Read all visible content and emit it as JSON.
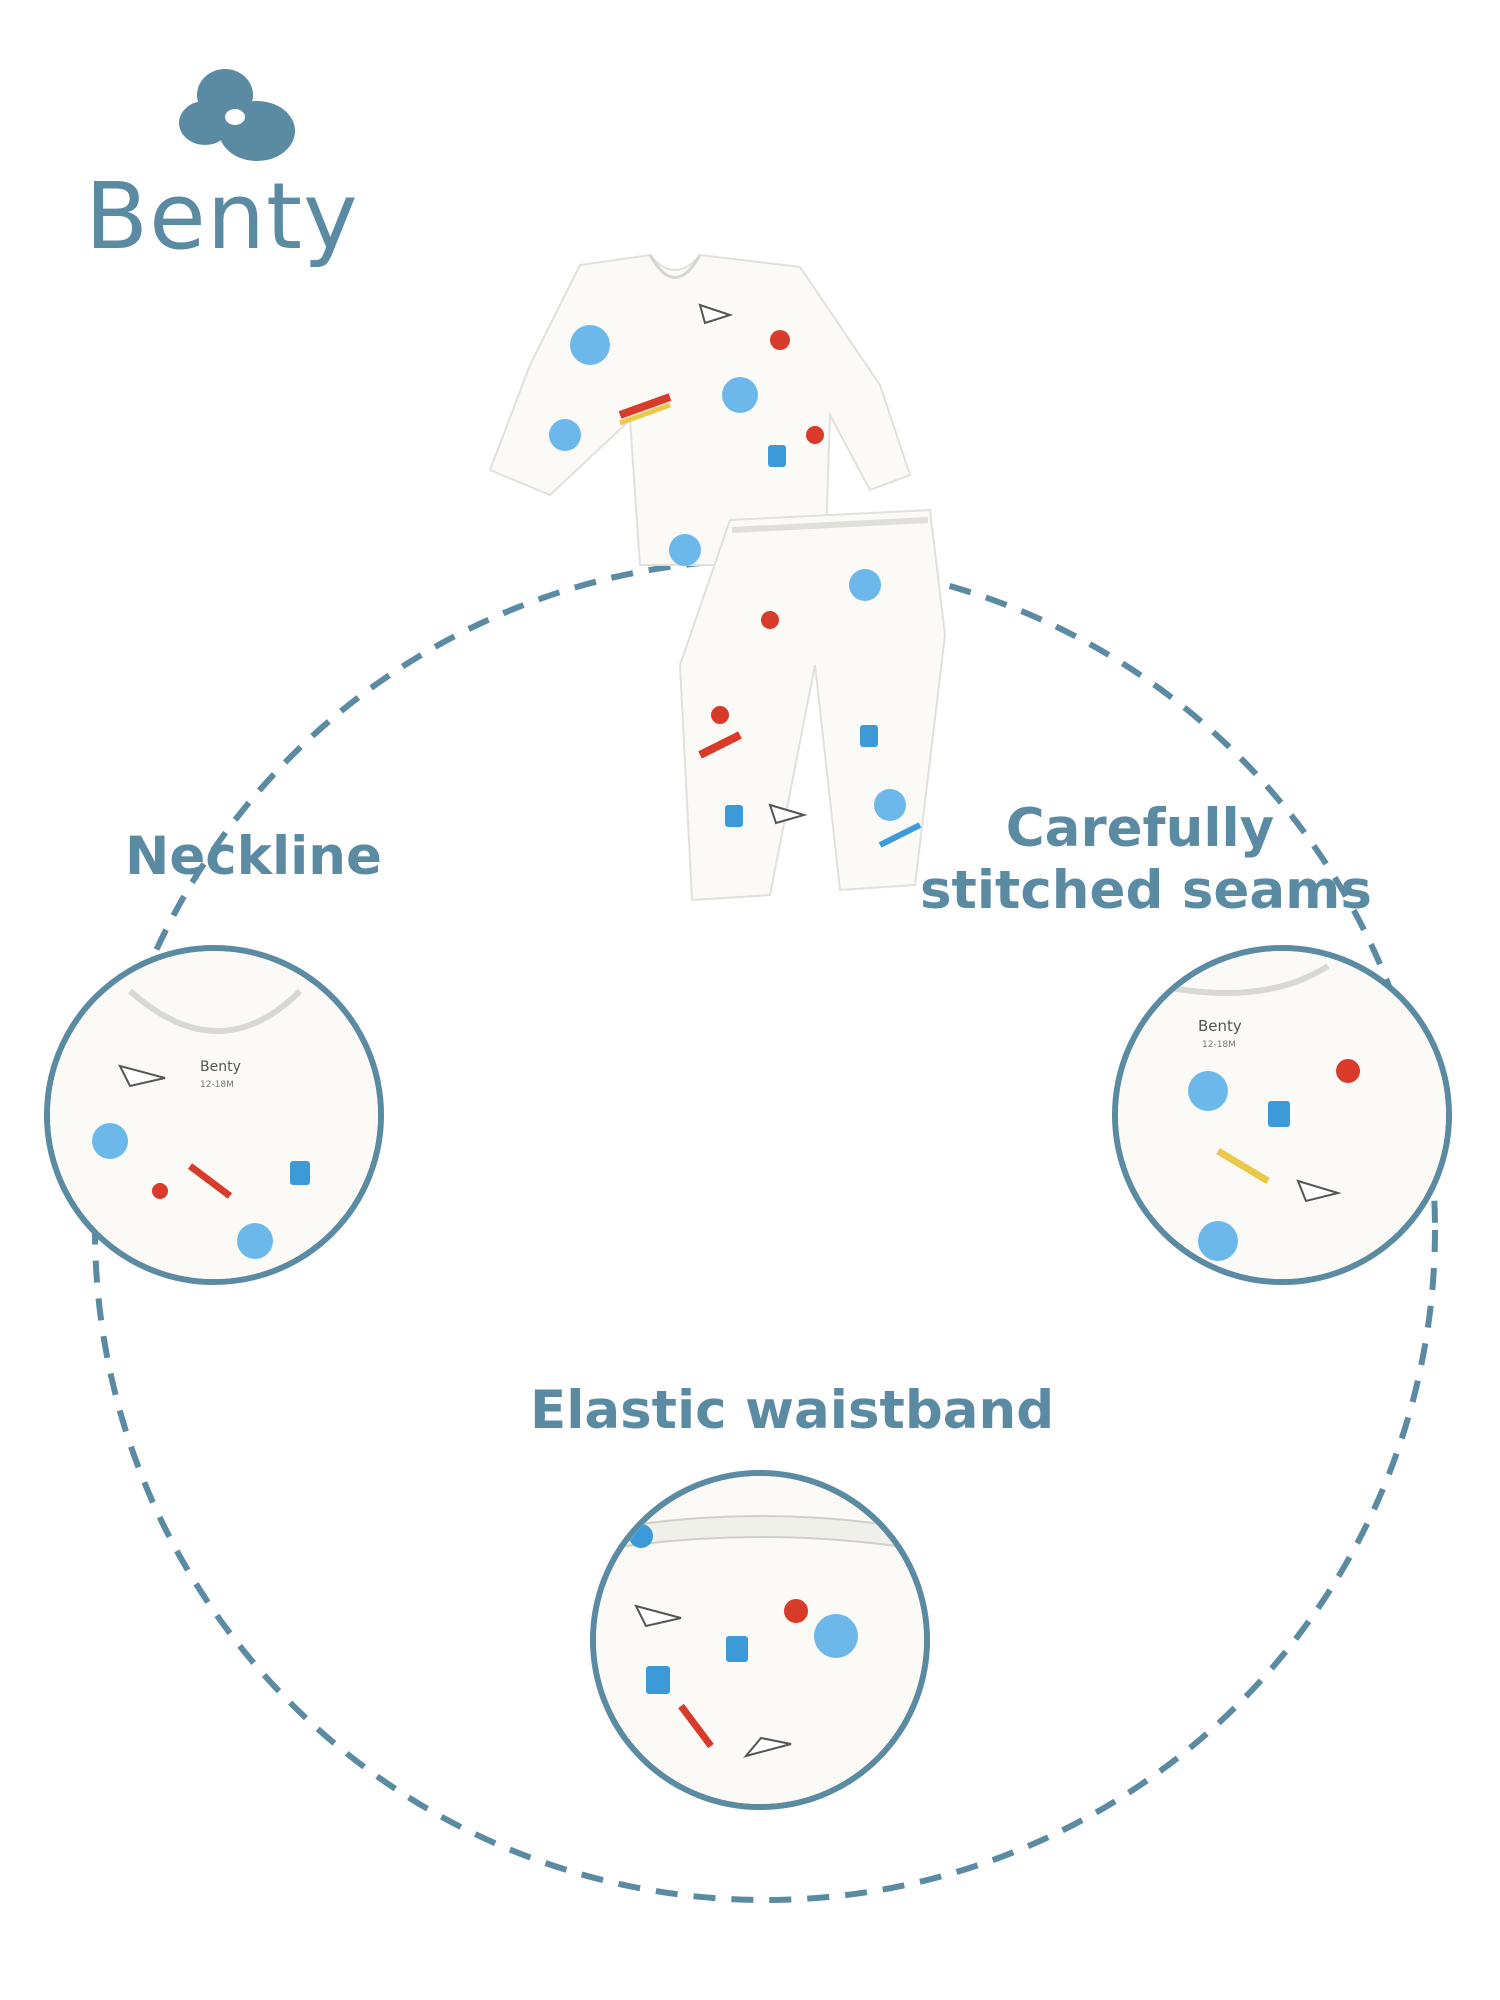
{
  "brand": {
    "name": "Benty",
    "color": "#5b8aa3",
    "tag_text": "Benty",
    "size_text": "12-18M"
  },
  "labels": {
    "neckline": "Neckline",
    "seams_line1": "Carefully",
    "seams_line2": "stitched seams",
    "waistband": "Elastic waistband"
  },
  "colors": {
    "accent": "#5b8aa3",
    "print_blue": "#3d9ad9",
    "print_red": "#d93b2b",
    "print_yellow": "#e9c84a",
    "fabric": "#fbfaf6"
  },
  "icons": [
    "bunny-logo-icon",
    "airplane-icon",
    "hot-air-balloon-icon",
    "rainbow-icon",
    "jar-icon",
    "badminton-racket-icon"
  ]
}
